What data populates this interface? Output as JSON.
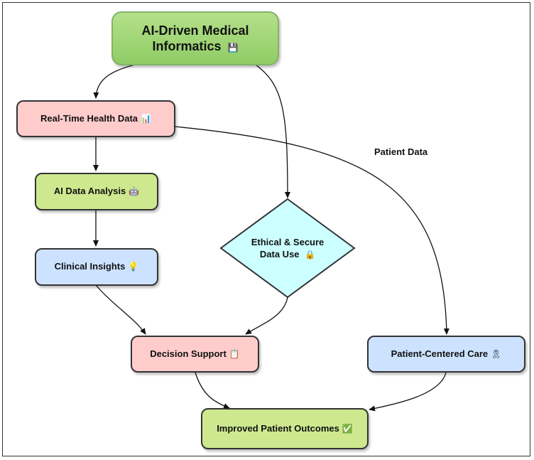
{
  "nodes": {
    "root": {
      "label": "AI-Driven Medical Informatics",
      "emoji": "💾"
    },
    "realtime": {
      "label": "Real-Time Health Data",
      "emoji": "📊"
    },
    "analysis": {
      "label": "AI Data Analysis",
      "emoji": "🤖"
    },
    "insights": {
      "label": "Clinical Insights",
      "emoji": "💡"
    },
    "ethical": {
      "label_line1": "Ethical & Secure",
      "label_line2": "Data Use",
      "emoji": "🔒"
    },
    "decision": {
      "label": "Decision Support",
      "emoji": "📋"
    },
    "patient_care": {
      "label": "Patient-Centered Care",
      "emoji": "🎗"
    },
    "outcomes": {
      "label": "Improved Patient Outcomes",
      "emoji": "✅"
    }
  },
  "edge_labels": {
    "patient_data": "Patient Data"
  },
  "colors": {
    "green": "#cde88e",
    "pink": "#ffcccc",
    "blue": "#cce2ff",
    "diamond": "#ccffff",
    "root": "#8fcc66"
  }
}
